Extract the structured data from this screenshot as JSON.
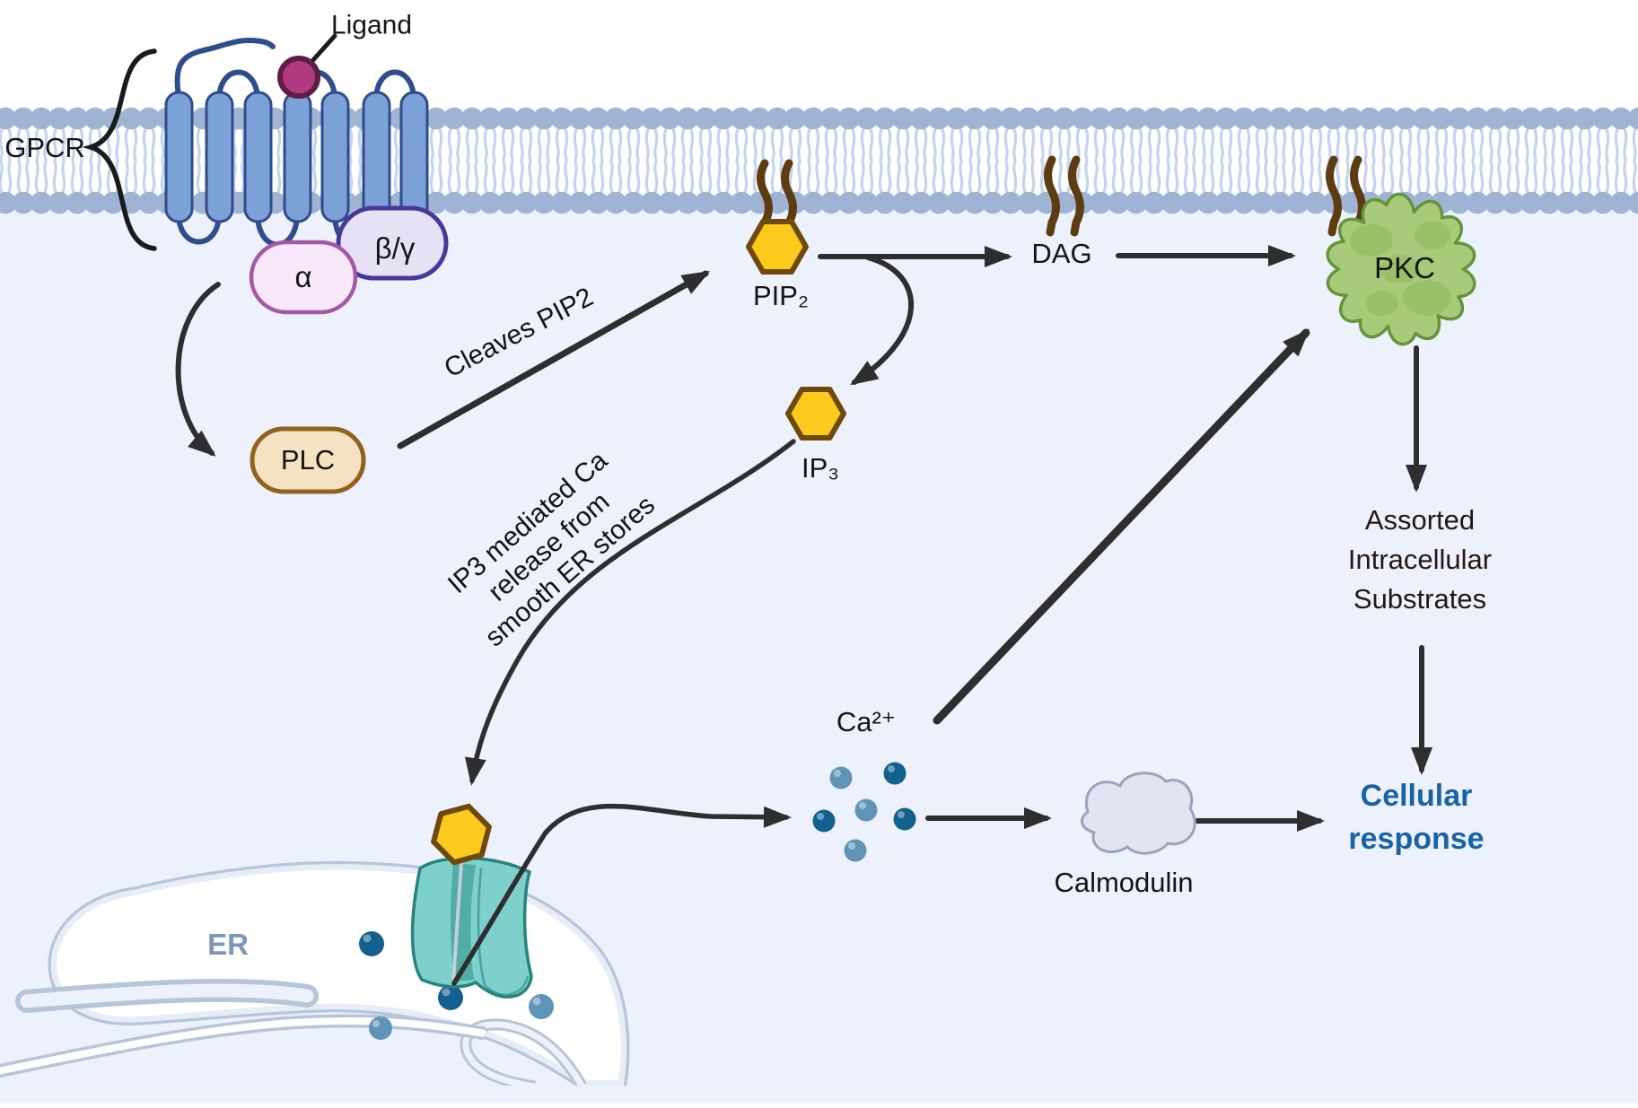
{
  "diagram": {
    "labels": {
      "ligand": "Ligand",
      "gpcr": "GPCR",
      "alpha": "α",
      "beta_gamma": "β/γ",
      "plc": "PLC",
      "cleaves_pip2": "Cleaves PIP2",
      "pip2": "PIP₂",
      "dag": "DAG",
      "pkc": "PKC",
      "ip3": "IP₃",
      "ip3_release_line1": "IP3 mediated Ca",
      "ip3_release_line2": "release from",
      "ip3_release_line3": "smooth ER stores",
      "ca": "Ca²⁺",
      "er": "ER",
      "calmodulin": "Calmodulin",
      "assorted_line1": "Assorted",
      "assorted_line2": "Intracellular",
      "assorted_line3": "Substrates",
      "cellular_line1": "Cellular",
      "cellular_line2": "response"
    },
    "colors": {
      "background": "#ffffff",
      "cytosol": "#edf1fb",
      "membrane_head": "#9fb3d3",
      "membrane_tail": "#c3d4ee",
      "helix_fill": "#7ba1d6",
      "helix_stroke": "#2f4c8c",
      "ligand_fill": "#b23a80",
      "ligand_stroke": "#5f1c45",
      "alpha_fill": "#f8e8fa",
      "alpha_stroke": "#a557a5",
      "beta_gamma_fill": "#e7e1f6",
      "beta_gamma_stroke": "#47399a",
      "plc_fill": "#f5e2c2",
      "plc_stroke": "#91611d",
      "hexagon_fill": "#fbca1c",
      "hexagon_stroke": "#6f480c",
      "lipid_tail_brown": "#5e3c12",
      "pkc_fill": "#a9ca7b",
      "pkc_stroke": "#63953a",
      "pkc_inner": "#8fba5d",
      "er_wall": "#b6c5da",
      "er_gap": "#e7edf7",
      "er_lumen": "#ffffff",
      "er_label": "#7d97ba",
      "channel_fill": "#7ed0ca",
      "channel_dark": "#48a8a1",
      "channel_stroke": "#26847c",
      "pore_line": "#c6ccd8",
      "calcium_dark": "#11608e",
      "calcium_light": "#5f94b8",
      "calmodulin_fill": "#e2e4f0",
      "calmodulin_stroke": "#9aa3c0",
      "arrow": "#2e2e2e",
      "text": "#141414",
      "substrates_text": "#241714",
      "response_text": "#1763a8"
    }
  }
}
